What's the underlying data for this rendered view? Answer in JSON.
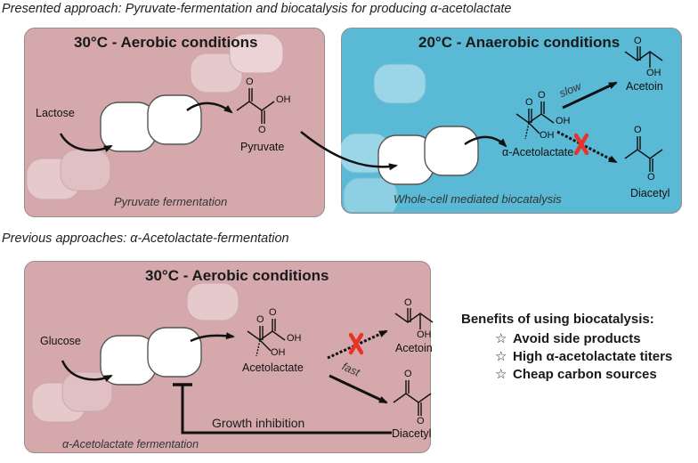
{
  "headings": {
    "presented": "Presented approach: Pyruvate-fermentation and biocatalysis for producing α-acetolactate",
    "previous": "Previous approaches: α-Acetolactate-fermentation"
  },
  "panel_aerobic_top": {
    "title": "30°C - Aerobic conditions",
    "substrate": "Lactose",
    "product": "Pyruvate",
    "process": "Pyruvate fermentation",
    "color": "#d5a9ac"
  },
  "panel_anaerobic": {
    "title": "20°C - Anaerobic conditions",
    "intermediate": "α-Acetolactate",
    "product_slow": "Acetoin",
    "product_blocked": "Diacetyl",
    "rate_label": "slow",
    "process": "Whole-cell mediated biocatalysis",
    "color": "#5ab9d4"
  },
  "panel_aerobic_bottom": {
    "title": "30°C - Aerobic conditions",
    "substrate": "Glucose",
    "intermediate": "Acetolactate",
    "product_blocked": "Acetoin",
    "product_fast": "Diacetyl",
    "rate_label": "fast",
    "inhibition": "Growth inhibition",
    "process": "α-Acetolactate fermentation",
    "color": "#d5a9ac"
  },
  "chem_labels": {
    "oh": "OH",
    "o": "O"
  },
  "benefits": {
    "title": "Benefits of using biocatalysis:",
    "star_glyph": "☆",
    "items": [
      "Avoid side products",
      "High α-acetolactate titers",
      "Cheap carbon sources"
    ]
  },
  "colors": {
    "block_x": "#e8322a"
  }
}
